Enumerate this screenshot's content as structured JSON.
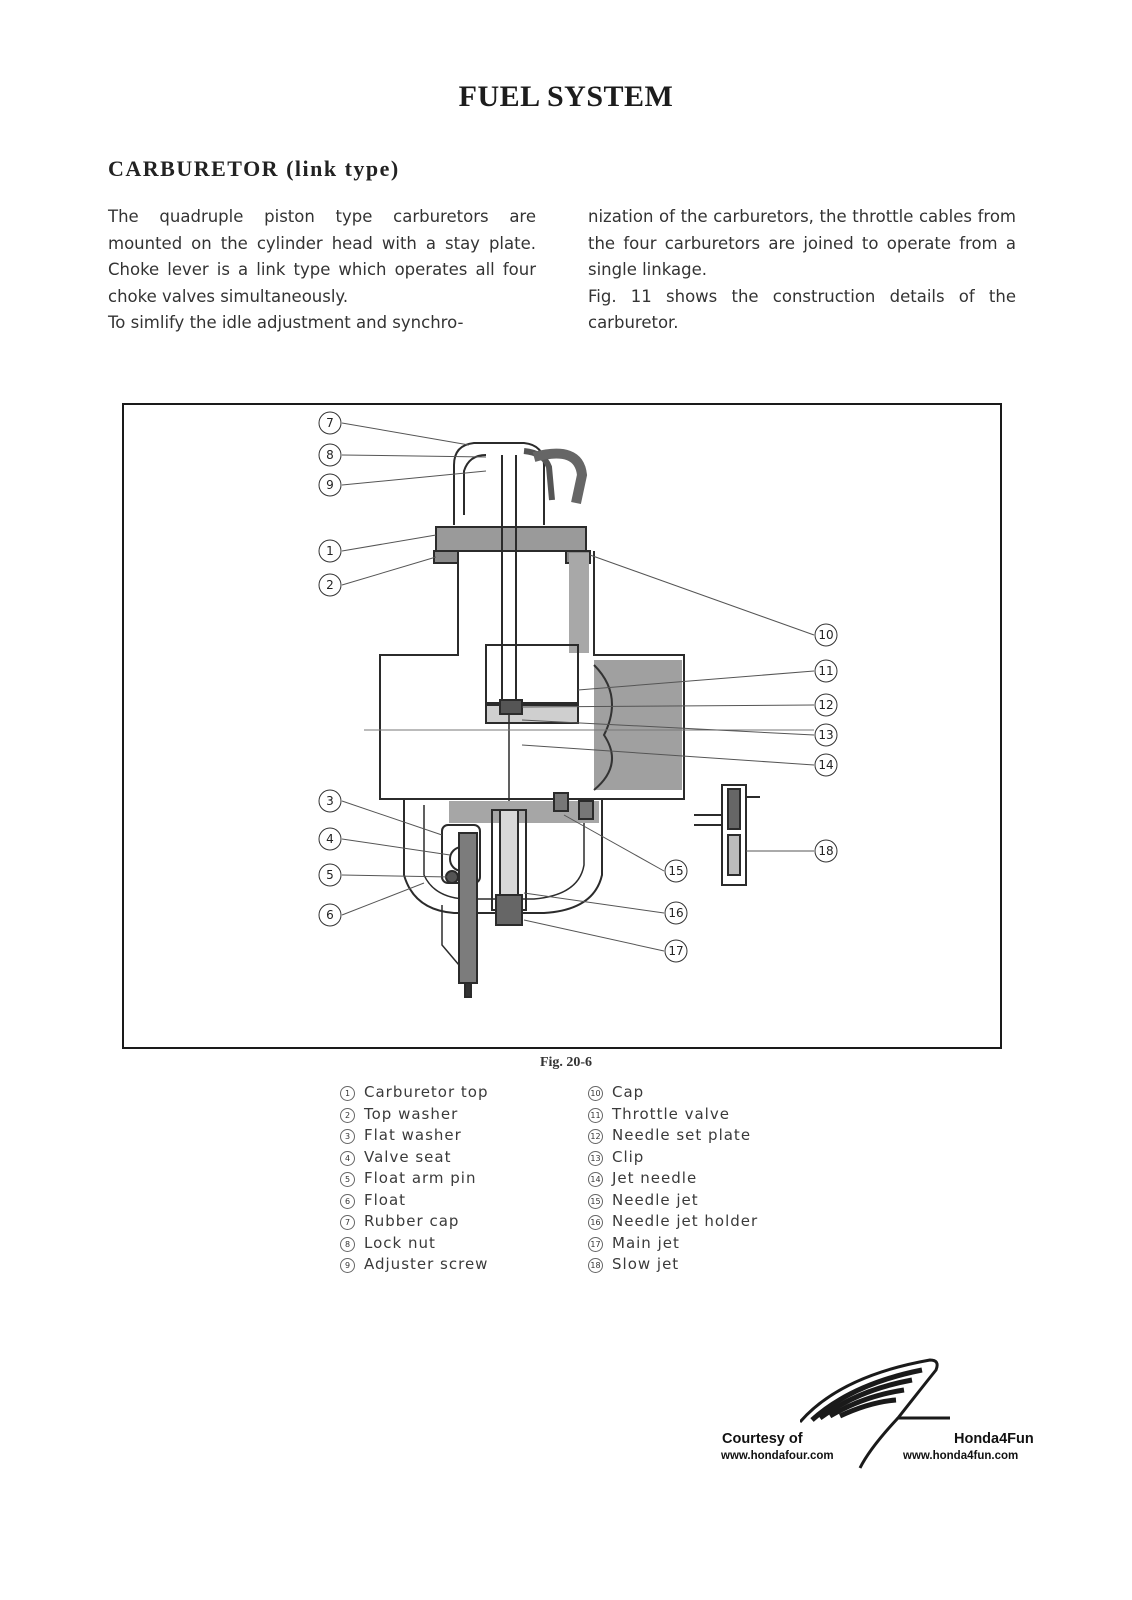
{
  "page": {
    "title": "FUEL SYSTEM",
    "section_title": "CARBURETOR (link type)"
  },
  "body": {
    "left_p1": "The quadruple piston type carburetors are mounted on the cylinder head with a stay plate. Choke lever is a link type which operates all four choke valves simultaneously.",
    "left_p2": "To simlify the idle adjustment and synchro-",
    "right_p1": "nization of the carburetors, the throttle cables from the four carburetors are joined to operate from a single linkage.",
    "right_p2": "Fig. 11 shows the construction details of the carburetor."
  },
  "figure": {
    "caption": "Fig. 20-6",
    "callouts": [
      "1",
      "2",
      "3",
      "4",
      "5",
      "6",
      "7",
      "8",
      "9",
      "10",
      "11",
      "12",
      "13",
      "14",
      "15",
      "16",
      "17",
      "18"
    ]
  },
  "legend": {
    "left": [
      {
        "num": "1",
        "label": "Carburetor top"
      },
      {
        "num": "2",
        "label": "Top washer"
      },
      {
        "num": "3",
        "label": "Flat washer"
      },
      {
        "num": "4",
        "label": "Valve seat"
      },
      {
        "num": "5",
        "label": "Float arm pin"
      },
      {
        "num": "6",
        "label": "Float"
      },
      {
        "num": "7",
        "label": "Rubber cap"
      },
      {
        "num": "8",
        "label": "Lock nut"
      },
      {
        "num": "9",
        "label": "Adjuster screw"
      }
    ],
    "right": [
      {
        "num": "10",
        "label": "Cap"
      },
      {
        "num": "11",
        "label": "Throttle valve"
      },
      {
        "num": "12",
        "label": "Needle set plate"
      },
      {
        "num": "13",
        "label": "Clip"
      },
      {
        "num": "14",
        "label": "Jet needle"
      },
      {
        "num": "15",
        "label": "Needle jet"
      },
      {
        "num": "16",
        "label": "Needle jet holder"
      },
      {
        "num": "17",
        "label": "Main jet"
      },
      {
        "num": "18",
        "label": "Slow jet"
      }
    ]
  },
  "credits": {
    "left_line1": "Courtesy of",
    "left_line2": "www.hondafour.com",
    "right_line1": "Honda4Fun",
    "right_line2": "www.honda4fun.com"
  }
}
